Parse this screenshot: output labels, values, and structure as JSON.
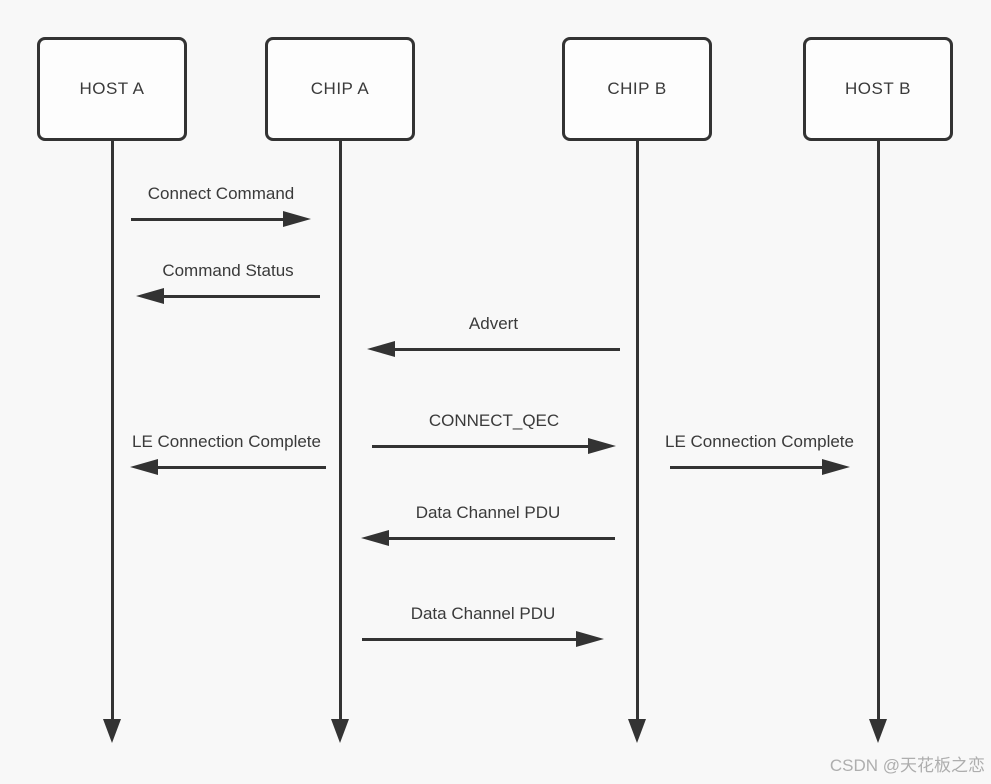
{
  "diagram": {
    "type": "sequence-diagram",
    "background_color": "#f8f8f8",
    "line_color": "#333333",
    "box_fill_color": "#fdfdfd",
    "text_color": "#3a3a3a",
    "watermark_color": "#aeaeae"
  },
  "participants": [
    {
      "label": "HOST A"
    },
    {
      "label": "CHIP A"
    },
    {
      "label": "CHIP B"
    },
    {
      "label": "HOST B"
    }
  ],
  "messages": [
    {
      "label": "Connect Command",
      "from": "HOST A",
      "to": "CHIP A",
      "direction": "right"
    },
    {
      "label": "Command Status",
      "from": "CHIP A",
      "to": "HOST A",
      "direction": "left"
    },
    {
      "label": "Advert",
      "from": "CHIP B",
      "to": "CHIP A",
      "direction": "left"
    },
    {
      "label": "CONNECT_QEC",
      "from": "CHIP A",
      "to": "CHIP B",
      "direction": "right"
    },
    {
      "label": "LE Connection Complete",
      "from": "CHIP A",
      "to": "HOST A",
      "direction": "left"
    },
    {
      "label": "LE Connection Complete",
      "from": "CHIP B",
      "to": "HOST B",
      "direction": "right"
    },
    {
      "label": "Data Channel PDU",
      "from": "CHIP B",
      "to": "CHIP A",
      "direction": "left"
    },
    {
      "label": "Data Channel PDU",
      "from": "CHIP A",
      "to": "CHIP B",
      "direction": "right"
    }
  ],
  "watermark": {
    "text": "CSDN @天花板之恋"
  }
}
